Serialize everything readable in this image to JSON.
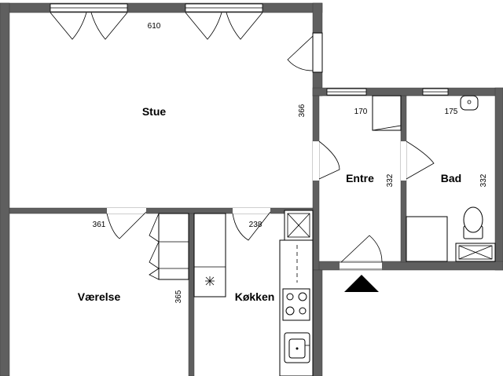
{
  "rooms": {
    "stue": "Stue",
    "entre": "Entre",
    "bad": "Bad",
    "vaerelse": "Værelse",
    "kokken": "Køkken"
  },
  "dimensions": {
    "top_width": "610",
    "stue_depth": "366",
    "entre_width": "170",
    "bad_width": "175",
    "entre_depth": "332",
    "bad_depth": "332",
    "vaerelse_width": "361",
    "kokken_width": "238",
    "vaerelse_depth": "365"
  },
  "colors": {
    "wall": "#5f5f5f",
    "line": "#000000"
  },
  "icons": {
    "entrance": "entrance-arrow-icon",
    "sink": "sink-icon",
    "toilet": "toilet-icon",
    "stove": "stove-icon",
    "shaft": "ventilation-shaft-icon"
  }
}
